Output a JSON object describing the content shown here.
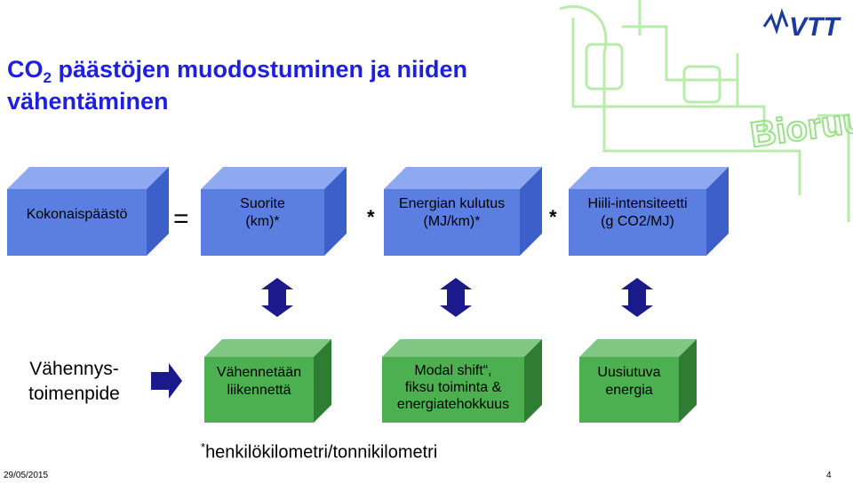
{
  "title": {
    "prefix": "CO",
    "sub": "2",
    "rest": " päästöjen muodostuminen ja niiden vähentäminen"
  },
  "logo": {
    "text": "VTT",
    "color": "#1a3a9e"
  },
  "decor": {
    "text": "Bioruukki",
    "color": "#9be08a"
  },
  "colors": {
    "top_box": "#5b7fe0",
    "bottom_box": "#4caf50",
    "title": "#1f1fe0",
    "arrow": "#1a1a8c"
  },
  "equation": {
    "total": "Kokonaispäästö",
    "equals": "=",
    "star": "*",
    "factors": [
      {
        "line1": "Suorite",
        "line2": "(km)*"
      },
      {
        "line1": "Energian kulutus",
        "line2": "(MJ/km)*"
      },
      {
        "line1": "Hiili-intensiteetti",
        "line2": "(g CO2/MJ)"
      }
    ]
  },
  "measures": {
    "label_line1": "Vähennys-",
    "label_line2": "toimenpide",
    "items": [
      {
        "line1": "Vähennetään",
        "line2": "liikennettä",
        "line3": ""
      },
      {
        "line1": "Modal shift“,",
        "line2": "fiksu toiminta &",
        "line3": "energiatehokkuus"
      },
      {
        "line1": "Uusiutuva",
        "line2": "energia",
        "line3": ""
      }
    ]
  },
  "footnote": {
    "mark": "*",
    "text": "henkilökilometri/tonnikilometri"
  },
  "footer": {
    "date": "29/05/2015",
    "page": "4"
  }
}
